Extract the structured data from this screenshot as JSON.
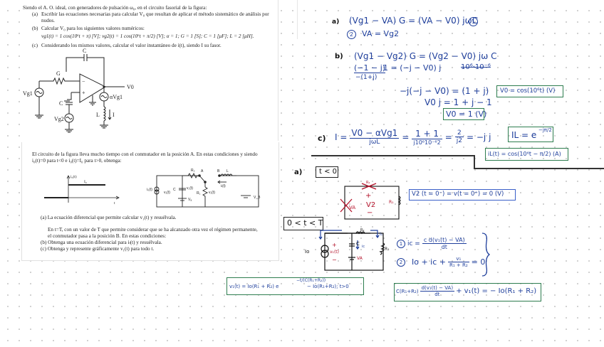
{
  "problem1": {
    "intro": "Siendo el A. O. ideal, con generadores de pulsación ω₀, en el circuito fasorial de la figura:",
    "a_label": "(a)",
    "a_text": "Escribir las ecuaciones necesarias para calcular V₀ que resultan de aplicar el método sistemático de análisis por",
    "a_text2": "nudos.",
    "b_label": "(b)",
    "b_text": "Calcular V₀ para los siguientes valores numéricos:",
    "b_values": "vg1(t) = 1 cos(10⁶t + π) [V]; vg2(t) = 1 cos(10⁶t + π/2) [V]; α = 1; G = 1 [S]; C = 1 [μF]; L = 2 [μH].",
    "c_label": "(c)",
    "c_text": "Considerando los mismos valores, calcular el valor instantáneo de i(t), siendo I su fasor.",
    "circuit_labels": {
      "C_top": "C",
      "G": "G",
      "Vg1": "Vg1",
      "C_left": "C",
      "Vg2": "Vg2",
      "V0": "V0",
      "alphaVg1": "αVg1",
      "L": "L",
      "I": "I",
      "minus": "−",
      "plus": "+"
    }
  },
  "problem2": {
    "intro": "El circuito de la figura lleva mucho tiempo con el conmutador en la posición A. En estas condiciones y siendo",
    "intro2": "i₀(t)=0 para t<0 e i₀(t)=I₀ para t>0, obtenga:",
    "graph_labels": {
      "y": "i₀(t)",
      "level": "I₀",
      "x": "t"
    },
    "circuit_labels": {
      "R2": "R₂",
      "A": "A",
      "B": "B",
      "L": "L",
      "C": "C",
      "vc": "v꜀(t)",
      "v1": "v₁(t)",
      "i0": "i₀(t)",
      "VA": "Vₐ",
      "R1": "R₁",
      "vR": "v₁(t)",
      "iL": "iₗ(t)",
      "VB": "V_B"
    },
    "a_text": "(a) La ecuación diferencial que permite calcular v₁(t) y resuélvala.",
    "mid_text": "En t=T, con un valor de T que permite considerar que se ha alcanzado otra vez el régimen permanente,",
    "mid_text2": "el conmutador pasa a la posición B. En estas condiciones:",
    "b_text": "(b) Obtenga una ecuación diferencial para iₗ(t) y resuélvala.",
    "c_text": "(c) Obtenga y represente gráficamente v₁(t) para todo t."
  },
  "notes": {
    "a_label": "a)",
    "eq1": "(Vg1 − VA) G = (VA − V0) jωC",
    "eq1_num": "1",
    "eq2_num": "2",
    "eq2": "VA = Vg2",
    "b_label": "b)",
    "b_eq1": "(Vg1 − Vg2) G = (Vg2 − V0) jω C",
    "b_eq2_left": "(−1 − j)",
    "b_eq2_right": "1 = (−j − V0) j",
    "b_eq2_strike": "10⁶·10⁻⁶",
    "b_eq2_under": "−(1+j)",
    "b_eq3": "−j(−j − V0) = (1 + j)",
    "b_eq4": "V0 j = 1 + j − 1",
    "b_result": "V0 = 1 (V)",
    "b_result_time": "V0 = cos(10⁶t) (V)",
    "c_label": "c)",
    "c_I": "I =",
    "c_frac1_num": "V0 − αVg1",
    "c_frac1_den": "jωL",
    "c_frac2_num": "1 + 1",
    "c_frac2_den": "j10⁶10⁻⁶2",
    "c_frac3_num": "2",
    "c_frac3_den": "j2",
    "c_tail": "= −j  j",
    "c_eq": "=",
    "c_IL": "IL = e^(−jπ/2)",
    "c_IL_base": "IL = e",
    "c_IL_exp": "−jπ/2",
    "c_it": "iL(t) = cos(10⁶t − π/2) (A)",
    "p2_a_label": "a)",
    "t_lt_0": "t < 0",
    "v2_result": "V2 (t = 0⁻) = v(t = 0⁺) = 0 (V)",
    "sketch1_labels": {
      "RL": "R₂",
      "R1": "R₁",
      "VA": "VA",
      "plus": "+",
      "V2": "V2",
      "minus": "−"
    },
    "interval": "0 < t < T",
    "sketch2_labels": {
      "R2": "R₂",
      "I1": "I₁",
      "Io": "Io",
      "plus": "+",
      "v1": "v₁(t)",
      "minus": "−",
      "C": "C",
      "ic": "ic",
      "VA": "VA",
      "R1": "R₁"
    },
    "n1": "1",
    "eq_ic_left": "ic =",
    "eq_ic_num": "c d(v₁(t) − VA)",
    "eq_ic_den": "dt",
    "n2": "2",
    "eq_kcl_left": "Io + ic +",
    "eq_kcl_num": "v₁",
    "eq_kcl_den": "R₁ + R₂",
    "eq_kcl_right": "= 0",
    "diffeq_prefix": "C(R₁+R₂)",
    "diffeq_num": "d(v₁(t) − VA)",
    "diffeq_den": "dt",
    "diffeq_suffix": "+ v₁(t) = − Io(R₁ + R₂)",
    "solution_prefix": "v₁(t) = Io(R₁ + R₂) e",
    "solution_exp": "−t/(C(R₁+R₂))",
    "solution_suffix": "− Io(R₁+R₂); t>0"
  },
  "colors": {
    "ink_blue": "#1f3f9c",
    "ink_red": "#b3122a",
    "box_green": "#2e7d4f",
    "ink_black": "#111111"
  }
}
